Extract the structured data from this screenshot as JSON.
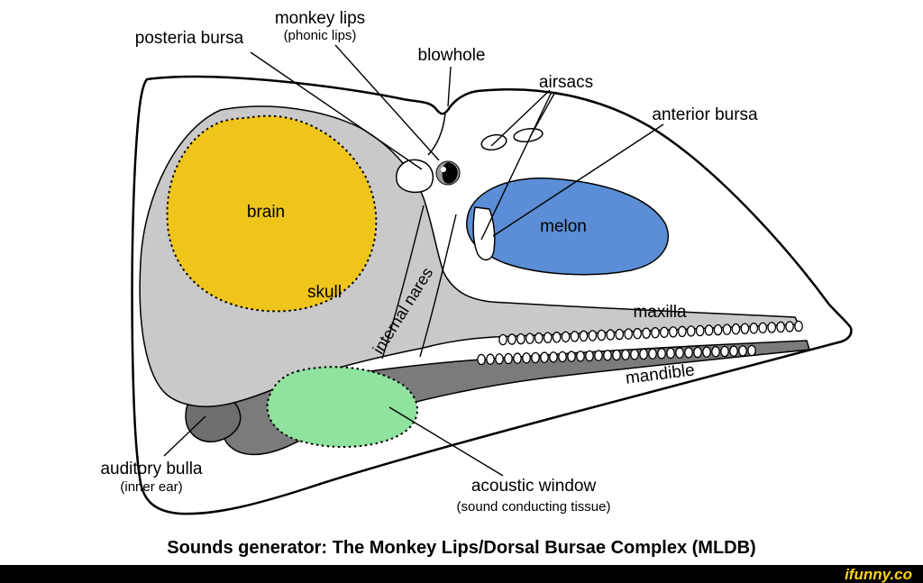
{
  "labels": {
    "posteria_bursa": "posteria bursa",
    "monkey_lips": "monkey lips",
    "phonic_lips": "(phonic lips)",
    "blowhole": "blowhole",
    "airsacs": "airsacs",
    "anterior_bursa": "anterior bursa",
    "brain": "brain",
    "melon": "melon",
    "skull": "skull",
    "internal_nares": "internal nares",
    "maxilla": "maxilla",
    "mandible": "mandible",
    "auditory_bulla": "auditory bulla",
    "inner_ear": "(inner ear)",
    "acoustic_window": "acoustic window",
    "sound_conducting_tissue": "(sound conducting tissue)"
  },
  "caption": "Sounds generator: The Monkey Lips/Dorsal Bursae Complex (MLDB)",
  "watermark": "ifunny.co",
  "colors": {
    "brain": "#EFC51C",
    "melon": "#5B8ED6",
    "acoustic_window": "#90E29F",
    "skull": "#C9C9C9",
    "mandible": "#7B7B7B",
    "auditory_bulla": "#6E6E6E",
    "monkey_lips": "#9A9A9A",
    "watermark_text": "#FFD21E",
    "bottom_bar": "#000000"
  }
}
